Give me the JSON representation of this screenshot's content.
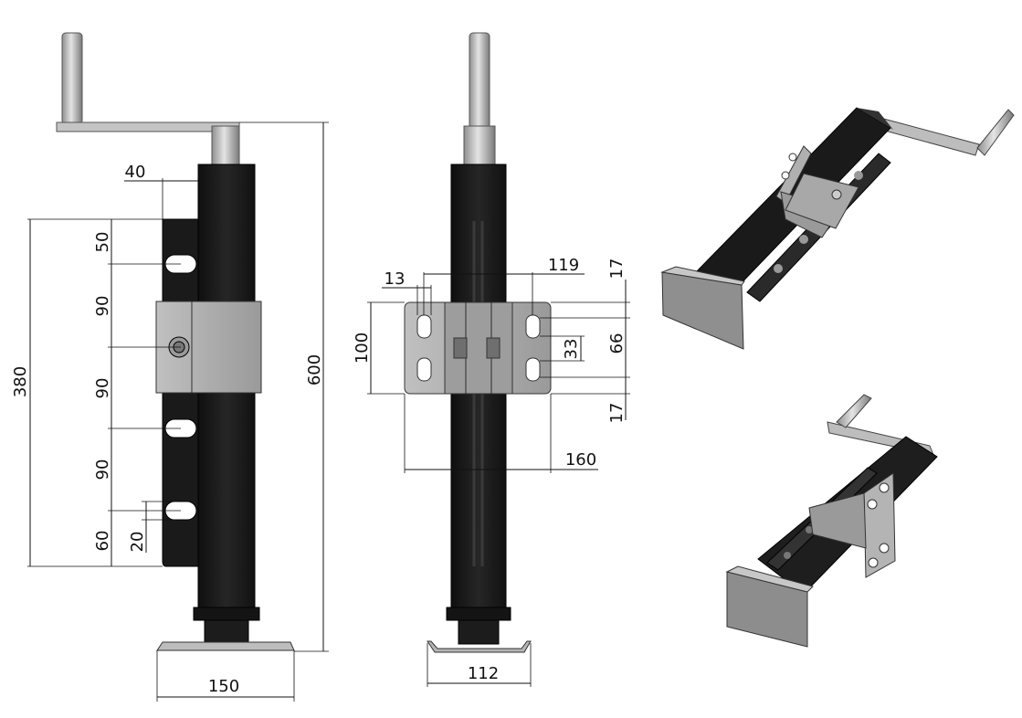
{
  "side_view": {
    "width_label": "150",
    "height_label": "600",
    "plate_height_label": "380",
    "offset_label": "40",
    "hole_spacing_labels": [
      "50",
      "90",
      "90",
      "90",
      "60"
    ],
    "slot_length_label": "20"
  },
  "front_view": {
    "foot_width_label": "112",
    "plate_width_label": "160",
    "hole_pitch_label": "119",
    "slot_width_label": "13",
    "plate_height_label": "100",
    "hole_spacing_label": "66",
    "slot_length_label": "33",
    "top_margin_label": "17",
    "bottom_margin_label": "17"
  },
  "colors": {
    "tube": "#1c1c1c",
    "plate": "#a9a9a9",
    "shaft": "#c8c8c8",
    "line": "#111111"
  }
}
